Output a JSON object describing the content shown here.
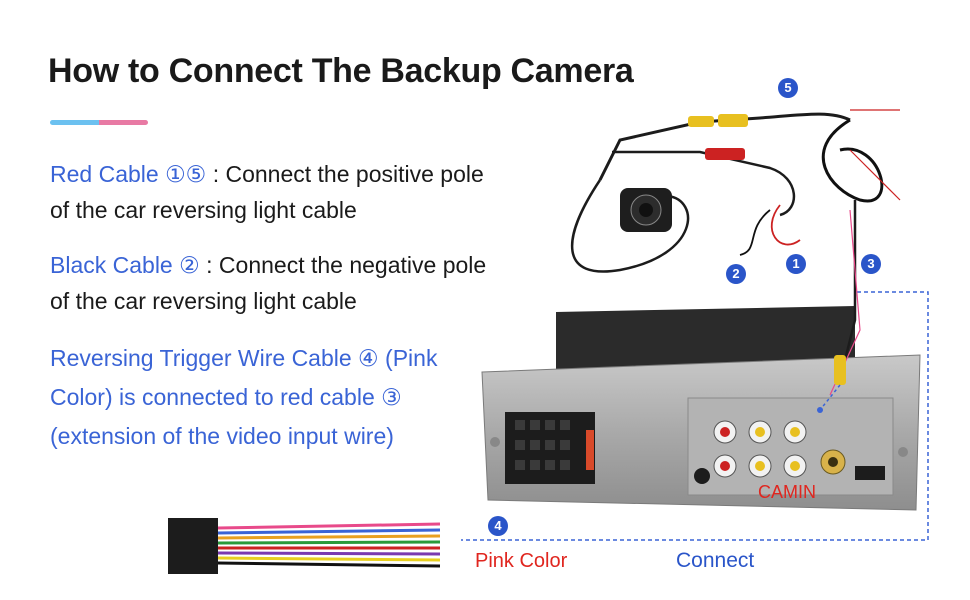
{
  "title": "How to Connect The Backup Camera",
  "instructions": [
    {
      "label": "Red Cable ①⑤ ",
      "text": " : Connect the positive pole of the car reversing light cable"
    },
    {
      "label": "Black Cable ②",
      "text": " : Connect the negative pole of the car reversing light cable"
    },
    {
      "label": "Reversing Trigger Wire Cable ④ (Pink Color) is connected to red cable ③ (extension of the video input wire)",
      "text": ""
    }
  ],
  "markers": {
    "m1": "1",
    "m2": "2",
    "m3": "3",
    "m4": "4",
    "m5": "5"
  },
  "labels": {
    "camin": "CAMIN",
    "pink_color": "Pink Color",
    "connect": "Connect"
  },
  "colors": {
    "accent_blue": "#3a64d6",
    "marker_blue": "#2a55c9",
    "label_red": "#e0261f"
  }
}
